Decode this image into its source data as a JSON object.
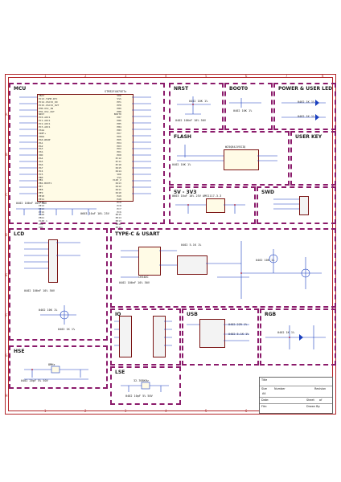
{
  "sheet": {
    "col_labels": [
      "1",
      "2",
      "3",
      "4",
      "5",
      "6",
      "7",
      "8"
    ],
    "row_labels": [
      "A",
      "B",
      "C",
      "D",
      "E",
      "F",
      "G",
      "H"
    ]
  },
  "blocks": {
    "mcu": {
      "title": "MCU",
      "part": "STM32F407VETx",
      "left_pins": "VBAT\nPC13-TAMP-RTC\nPC14-OSC32_IN\nPC15-OSC32_OUT\nPH0-OSC_IN\nPH1-OSC_OUT\nNRST\nPC0-ADC1\nPC1-ADC1\nPC2-ADC1\nPC3-ADC1\nVSSA\nVREF+\nVDDA\nPA0-WKUP\nPA1\nPA2\nPA3\nVSS\nVDD\nPA4\nPA5\nPA6\nPA7\nPC4\nPC5\nPB0\nPB1\nPB2-BOOT1\nPE7\nPE8\nPE9\nPE10\nPE11\nPE12\nPE13\nPE14\nPE15\nPB10\nPB11\nVCAP_1\nVSS\nVDD",
      "right_pins": "VDD\nVSS\nPE1\nPE0\nPB9\nPB8\nBOOT0\nPB7\nPB6\nPB5\nPB4\nPB3\nPD7\nPD6\nPD5\nPD4\nPD3\nPD2\nPD1\nPD0\nPC12\nPC11\nPC10\nPA15\nPA14\nVDD\nVSS\nVCAP_2\nPA13\nPA12\nPA11\nPA10\nPA9\nPA8\nPC9\nPC8\nPC7\nPC6\nPD15\nPD14\nPD13\nPD12\nPD11"
    },
    "nrst": {
      "title": "NRST"
    },
    "boot0": {
      "title": "BOOT0"
    },
    "power_led": {
      "title": "POWER & USER LED"
    },
    "flash": {
      "title": "FLASH",
      "part": "W25Q64JVSSIQ"
    },
    "user_key": {
      "title": "USER KEY"
    },
    "regulator": {
      "title": "5V - 3V3",
      "part": "AMS1117-3.3"
    },
    "swd": {
      "title": "SWD"
    },
    "lcd": {
      "title": "LCD"
    },
    "usart": {
      "title": "TYPE-C & USART",
      "part": "CH340C"
    },
    "io": {
      "title": "IO"
    },
    "usb": {
      "title": "USB"
    },
    "rgb": {
      "title": "RGB"
    },
    "hse": {
      "title": "HSE",
      "crystal": "8MHz"
    },
    "lse": {
      "title": "LSE",
      "crystal": "32.768KHz"
    }
  },
  "components": {
    "c1": "0402 100nF 10% 50V",
    "c2": "0603 10uF 10% 25V",
    "r1": "0402 10K 1%",
    "r2": "0402 5.1K 1%",
    "r3": "0402 22R 1%",
    "c_hse": "0402 20pF 5% 50V",
    "c_lse": "0402 10pF 5% 50V",
    "led_r": "0402 1K 1%"
  },
  "title_block": {
    "title_label": "Title",
    "size_label": "Size",
    "number_label": "Number",
    "revision_label": "Revision",
    "size_value": "A4",
    "date_label": "Date:",
    "file_label": "File:",
    "sheet_label": "Sheet",
    "of_label": "of",
    "drawn_label": "Drawn By:"
  },
  "colors": {
    "frame": "#b3262a",
    "block_border": "#8b1b6b",
    "wire": "#1a3fbf",
    "chip_fill": "#fffbe6",
    "chip_border": "#7a1414",
    "net_label": "#b0122a"
  }
}
